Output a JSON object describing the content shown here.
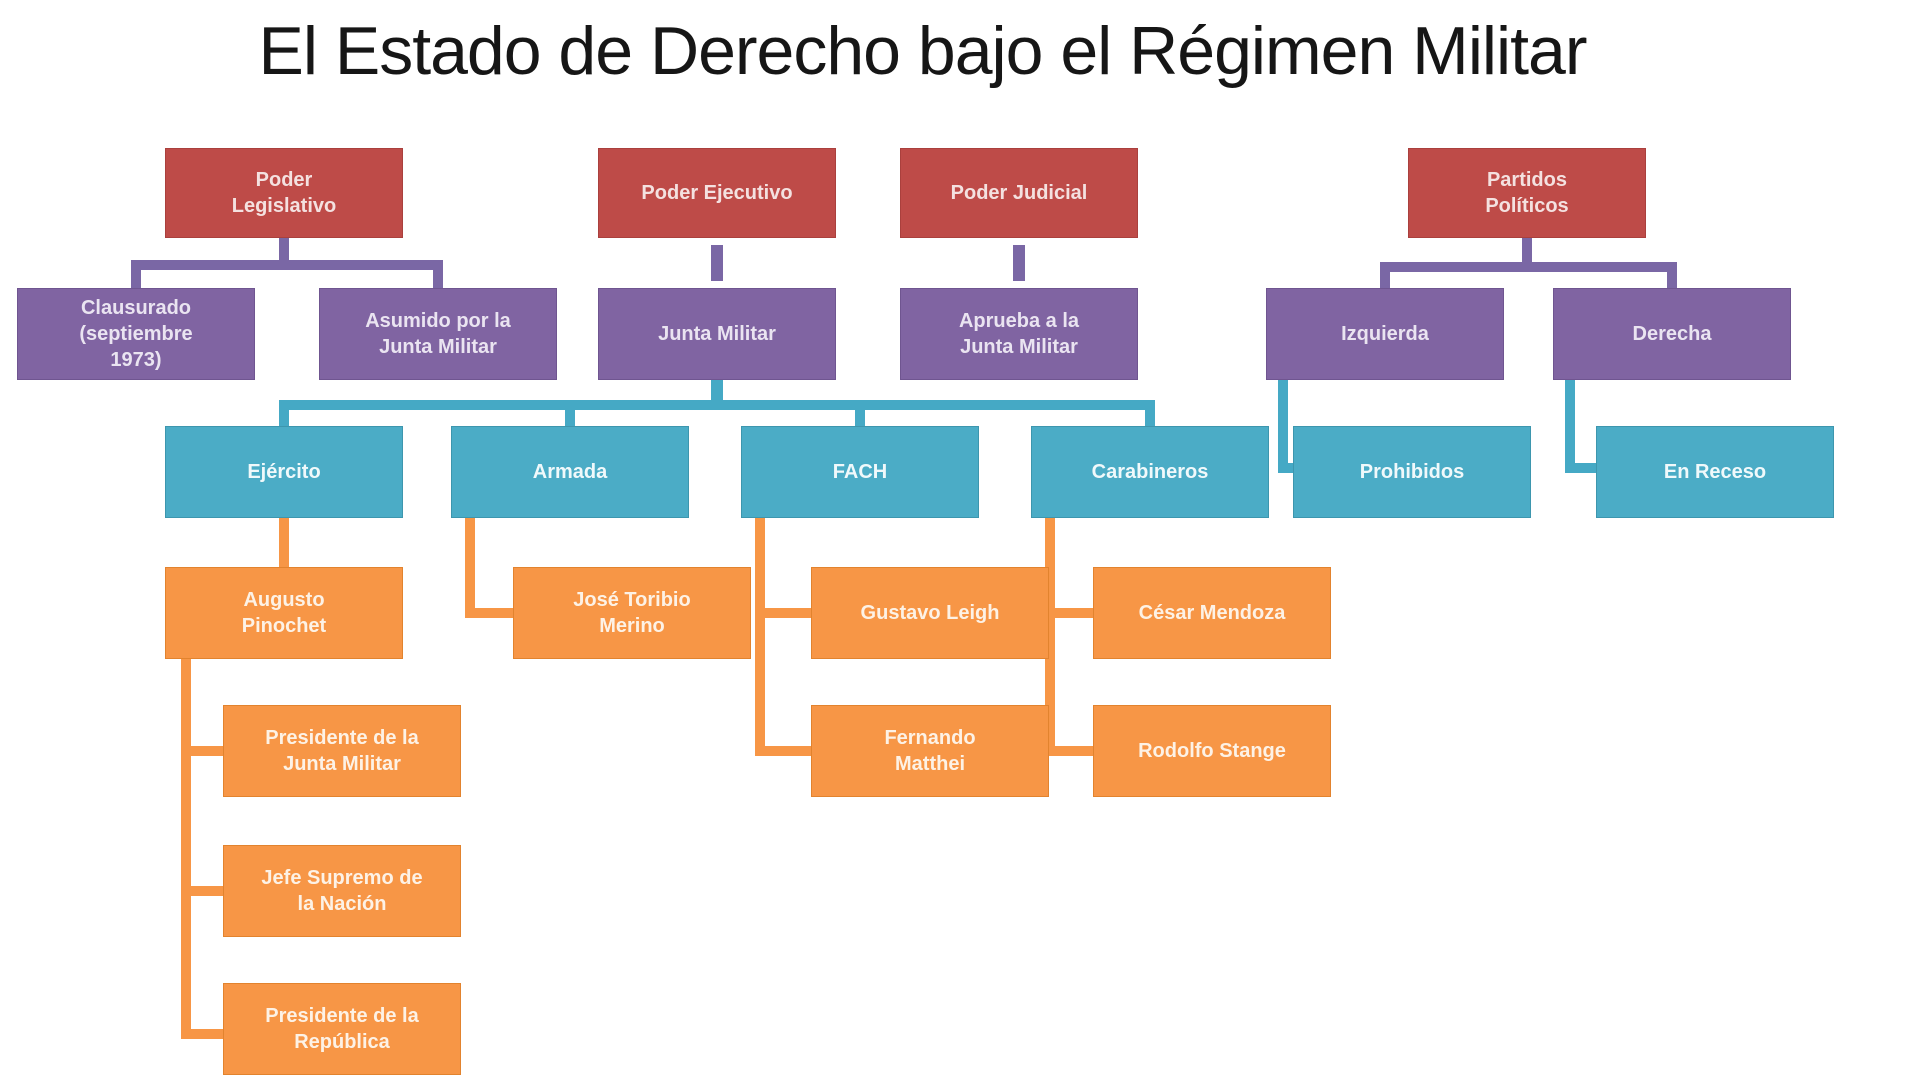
{
  "title": "El Estado de Derecho bajo el Régimen Militar",
  "colors": {
    "level1_red": "#BE4B48",
    "level2_purple": "#8064A2",
    "level3_teal": "#4BACC6",
    "level4_orange": "#F79646",
    "connector_purple": "#7A67A5",
    "connector_teal": "#45A9C5",
    "connector_orange": "#F79646",
    "title_text": "#161616",
    "box_text": "#FFFFFF",
    "background": "#FFFFFF"
  },
  "nodes": {
    "poder_legislativo": {
      "label": "Poder\nLegislativo",
      "level": 1
    },
    "poder_ejecutivo": {
      "label": "Poder Ejecutivo",
      "level": 1
    },
    "poder_judicial": {
      "label": "Poder Judicial",
      "level": 1
    },
    "partidos_politicos": {
      "label": "Partidos\nPolíticos",
      "level": 1
    },
    "clausurado": {
      "label": "Clausurado\n(septiembre\n1973)",
      "level": 2
    },
    "asumido": {
      "label": "Asumido por la\nJunta Militar",
      "level": 2
    },
    "junta_militar": {
      "label": "Junta Militar",
      "level": 2
    },
    "aprueba": {
      "label": "Aprueba a la\nJunta Militar",
      "level": 2
    },
    "izquierda": {
      "label": "Izquierda",
      "level": 2
    },
    "derecha": {
      "label": "Derecha",
      "level": 2
    },
    "ejercito": {
      "label": "Ejército",
      "level": 3
    },
    "armada": {
      "label": "Armada",
      "level": 3
    },
    "fach": {
      "label": "FACH",
      "level": 3
    },
    "carabineros": {
      "label": "Carabineros",
      "level": 3
    },
    "prohibidos": {
      "label": "Prohibidos",
      "level": 3
    },
    "en_receso": {
      "label": "En Receso",
      "level": 3
    },
    "pinochet": {
      "label": "Augusto\nPinochet",
      "level": 4
    },
    "merino": {
      "label": "José Toribio\nMerino",
      "level": 4
    },
    "leigh": {
      "label": "Gustavo Leigh",
      "level": 4
    },
    "mendoza": {
      "label": "César Mendoza",
      "level": 4
    },
    "matthei": {
      "label": "Fernando\nMatthei",
      "level": 4
    },
    "stange": {
      "label": "Rodolfo Stange",
      "level": 4
    },
    "pres_junta": {
      "label": "Presidente de la\nJunta Militar",
      "level": 4
    },
    "jefe_supremo": {
      "label": "Jefe Supremo de\nla Nación",
      "level": 4
    },
    "pres_republica": {
      "label": "Presidente de la\nRepública",
      "level": 4
    }
  },
  "edges": [
    {
      "from": "poder_legislativo",
      "to": "clausurado"
    },
    {
      "from": "poder_legislativo",
      "to": "asumido"
    },
    {
      "from": "poder_ejecutivo",
      "to": "junta_militar"
    },
    {
      "from": "poder_judicial",
      "to": "aprueba"
    },
    {
      "from": "partidos_politicos",
      "to": "izquierda"
    },
    {
      "from": "partidos_politicos",
      "to": "derecha"
    },
    {
      "from": "junta_militar",
      "to": "ejercito"
    },
    {
      "from": "junta_militar",
      "to": "armada"
    },
    {
      "from": "junta_militar",
      "to": "fach"
    },
    {
      "from": "junta_militar",
      "to": "carabineros"
    },
    {
      "from": "izquierda",
      "to": "prohibidos"
    },
    {
      "from": "derecha",
      "to": "en_receso"
    },
    {
      "from": "ejercito",
      "to": "pinochet"
    },
    {
      "from": "armada",
      "to": "merino"
    },
    {
      "from": "fach",
      "to": "leigh"
    },
    {
      "from": "fach",
      "to": "matthei"
    },
    {
      "from": "carabineros",
      "to": "mendoza"
    },
    {
      "from": "carabineros",
      "to": "stange"
    },
    {
      "from": "pinochet",
      "to": "pres_junta"
    },
    {
      "from": "pinochet",
      "to": "jefe_supremo"
    },
    {
      "from": "pinochet",
      "to": "pres_republica"
    }
  ]
}
